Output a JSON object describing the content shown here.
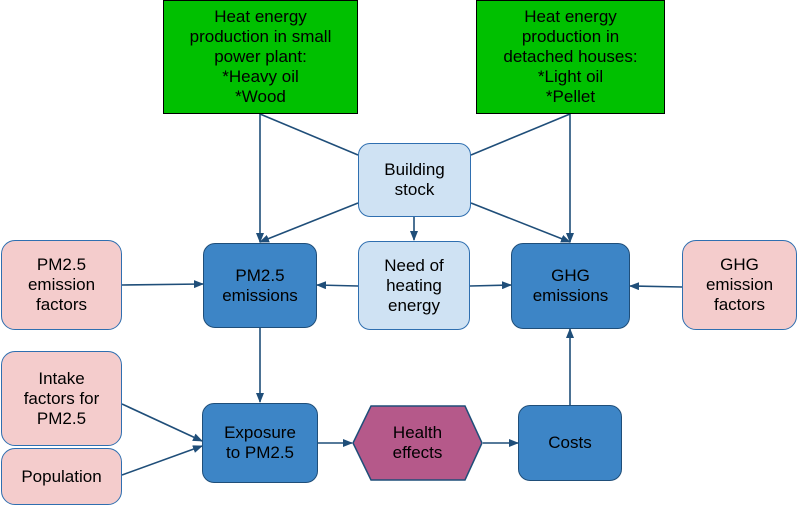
{
  "nodes": {
    "small_plant": "Heat energy\nproduction in small\npower plant:\n*Heavy oil\n*Wood",
    "detached_houses": "Heat energy\nproduction in\ndetached houses:\n*Light oil\n*Pellet",
    "building_stock": "Building\nstock",
    "pm_emission_factors": "PM2.5\nemission\nfactors",
    "pm_emissions": "PM2.5\nemissions",
    "need_heating": "Need of\nheating\nenergy",
    "ghg_emissions": "GHG\nemissions",
    "ghg_emission_factors": "GHG\nemission\nfactors",
    "intake_factors": "Intake\nfactors for\nPM2.5",
    "population": "Population",
    "exposure": "Exposure\nto PM2.5",
    "health_effects": "Health\neffects",
    "costs": "Costs"
  },
  "colors": {
    "green": "#00c000",
    "light_blue": "#cfe2f3",
    "blue": "#3d85c6",
    "pink": "#f4cccc",
    "purple": "#b5598a",
    "arrow": "#1f4e79"
  }
}
